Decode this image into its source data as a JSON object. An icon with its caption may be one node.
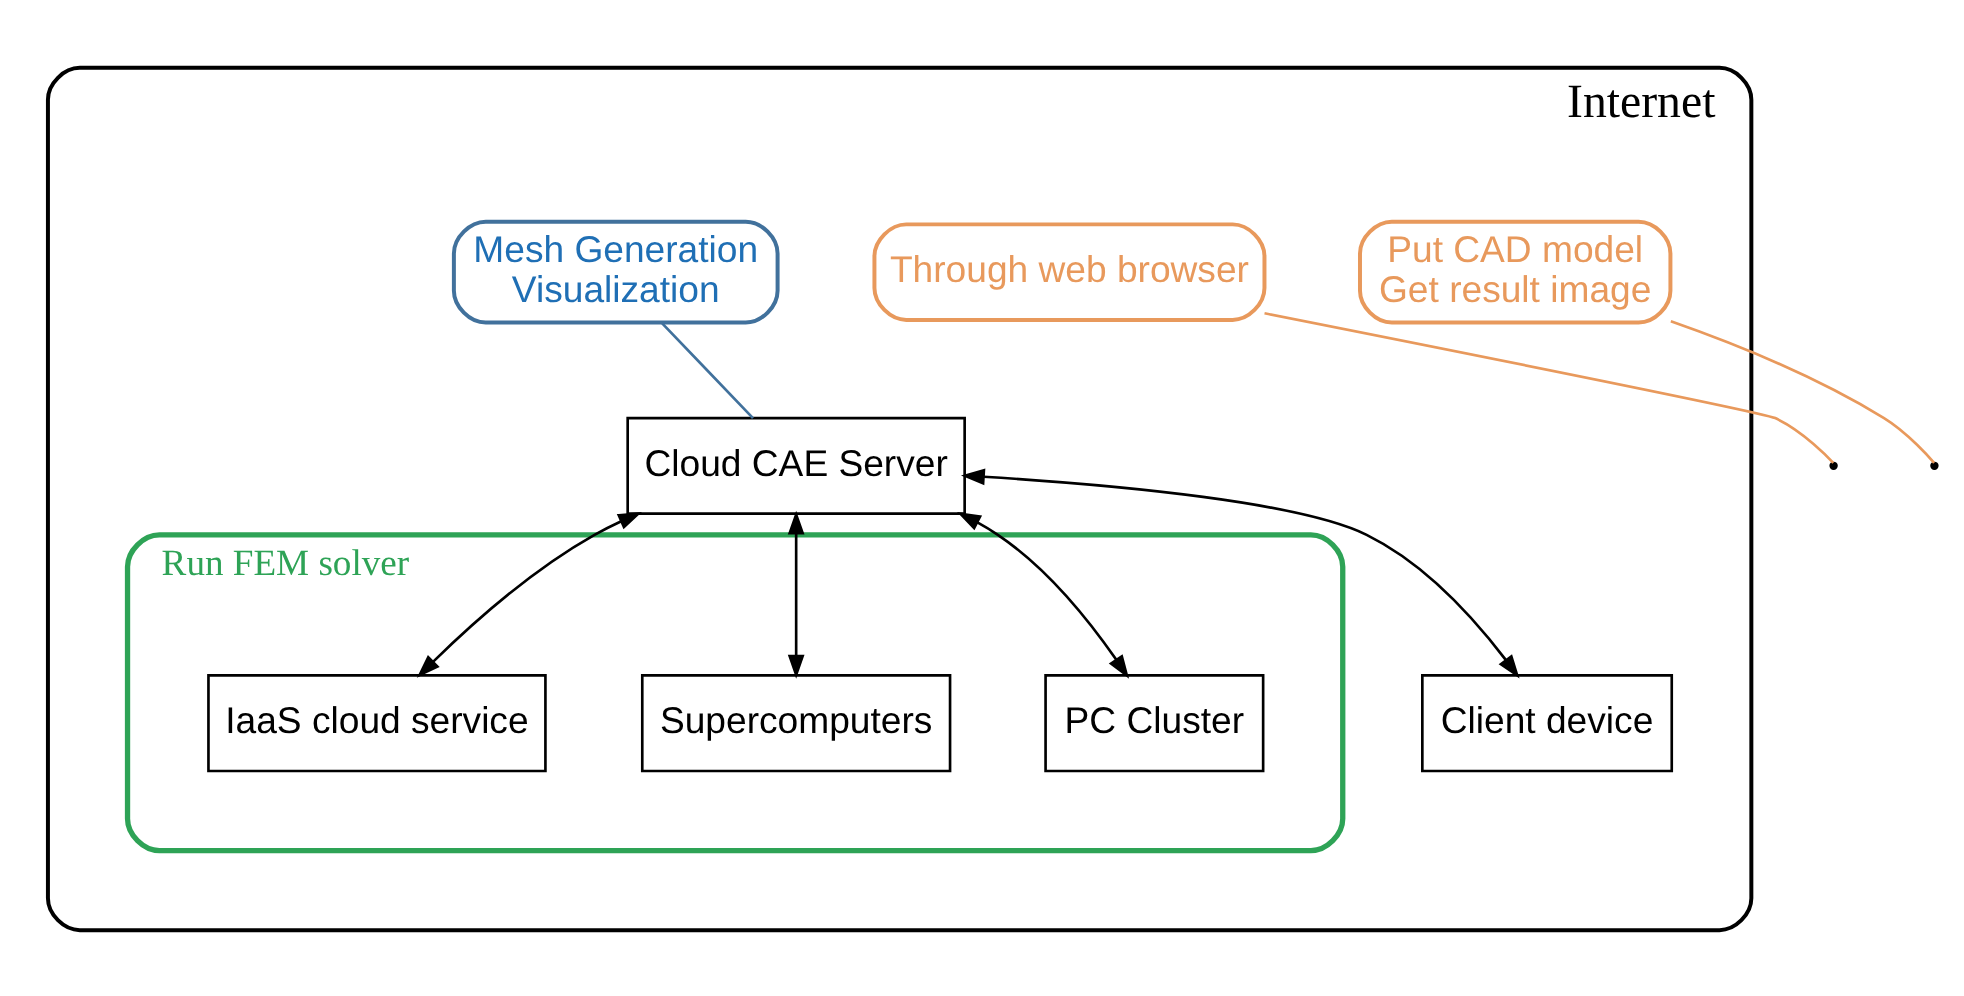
{
  "diagram": {
    "nodes": [
      {
        "text": [
          "Internet"
        ]
      },
      {
        "text": [
          "Run FEM solver"
        ],
        "in": 0
      },
      {
        "text": [
          "PC Cluster"
        ],
        "in": 1
      },
      {
        "text": [
          "Supercomputers"
        ],
        "in": 1
      },
      {
        "text": [
          "IaaS cloud service"
        ],
        "in": 1
      },
      {
        "text": [
          "Cloud CAE Server"
        ],
        "in": 0
      },
      {
        "text": [
          "Mesh Generation",
          "Visualization"
        ],
        "in": 0
      },
      {
        "text": [
          "Through web browser"
        ],
        "in": 0
      },
      {
        "text": [
          "Client device"
        ],
        "in": 0
      },
      {
        "text": [
          "Put CAD model",
          "Get result image"
        ],
        "in": 0
      }
    ],
    "edges": [
      {
        "from": 5,
        "to": 2,
        "arrow": "both"
      },
      {
        "from": 5,
        "to": 3,
        "arrow": "both"
      },
      {
        "from": 5,
        "to": 4,
        "arrow": "both"
      },
      {
        "from": 5,
        "to": 8,
        "arrow": "both"
      },
      {
        "from": 6,
        "to": 5,
        "arrow": "none",
        "color": "#41719c"
      },
      {
        "from": 7,
        "to": null,
        "arrow": "none",
        "color": "#e8995c"
      },
      {
        "from": 9,
        "to": null,
        "arrow": "none",
        "color": "#e8995c"
      }
    ]
  }
}
